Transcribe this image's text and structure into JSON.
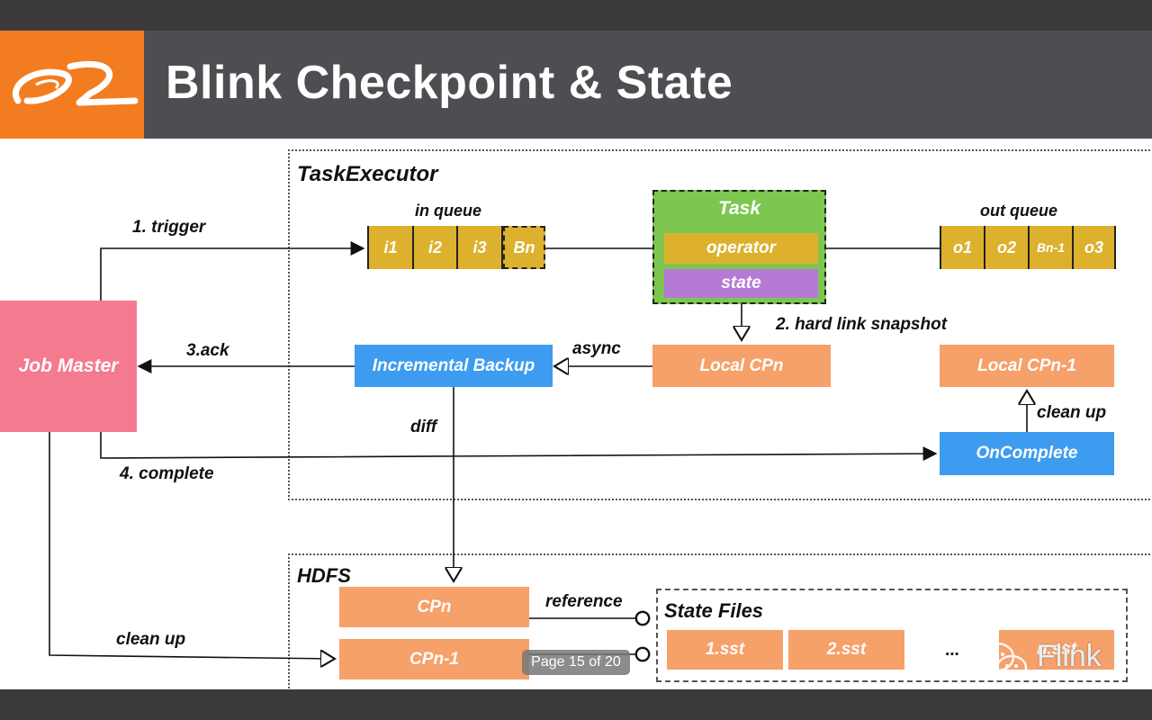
{
  "title": "Blink Checkpoint & State",
  "sections": {
    "task_executor": "TaskExecutor",
    "hdfs": "HDFS"
  },
  "in_queue": {
    "label": "in queue",
    "items": [
      "i1",
      "i2",
      "i3",
      "Bn"
    ]
  },
  "out_queue": {
    "label": "out queue",
    "items": [
      "o1",
      "o2",
      "Bn-1",
      "o3"
    ]
  },
  "task": {
    "title": "Task",
    "operator": "operator",
    "state": "state"
  },
  "boxes": {
    "job_master": "Job Master",
    "incremental_backup": "Incremental Backup",
    "local_cp_n": "Local CPn",
    "local_cp_n1": "Local CPn-1",
    "on_complete": "OnComplete",
    "cp_n": "CPn",
    "cp_n1": "CPn-1"
  },
  "arrows": {
    "trigger": "1. trigger",
    "hard_link": "2. hard link snapshot",
    "ack": "3.ack",
    "async": "async",
    "complete": "4. complete",
    "clean_up_local": "clean up",
    "diff": "diff",
    "clean_up_hdfs": "clean up",
    "reference": "reference"
  },
  "state_files": {
    "title": "State Files",
    "files": [
      "1.sst",
      "2.sst"
    ],
    "ellipsis": "...",
    "last": "n.sst"
  },
  "pager": "Page 15 of 20",
  "watermark": "Flink",
  "colors": {
    "orange": "#f6a06a",
    "blue": "#3d9cf0",
    "pink": "#f47a8f",
    "queue_gold": "#ddb12d",
    "task_green": "#7dc64f",
    "operator_gold": "#ddb12d",
    "state_purple": "#b57ad6",
    "header": "#4d4d52",
    "logo_orange": "#f47c20"
  }
}
